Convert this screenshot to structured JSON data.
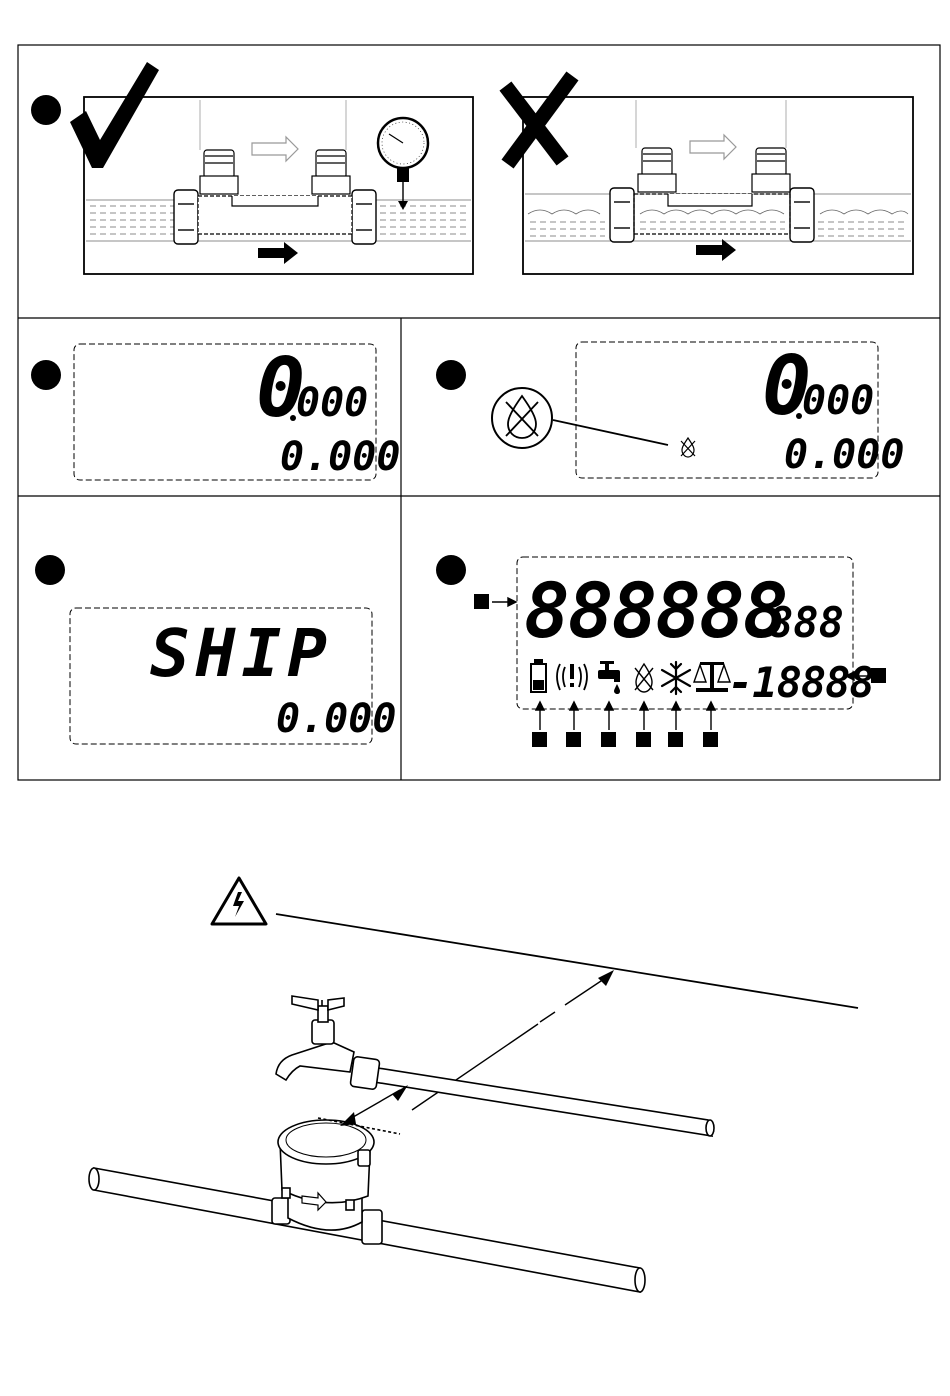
{
  "colors": {
    "ink": "#000000",
    "paper": "#ffffff",
    "water_line": "#555555",
    "arrow_gray": "#9a9a9a"
  },
  "icons": [
    "check-mark-icon",
    "cross-mark-icon",
    "pressure-gauge-icon",
    "no-water-drop-icon",
    "battery-icon",
    "alarm-icon",
    "tap-flow-icon",
    "snowflake-icon",
    "scale-icon",
    "high-voltage-warning-icon"
  ],
  "panel3": {
    "big_digit": "0",
    "small_reading": "000",
    "total_reading": "0.000"
  },
  "panel4": {
    "big_digit": "0",
    "small_reading": "000",
    "total_reading": "0.000"
  },
  "panel5": {
    "status_word": "SHIP",
    "total_reading": "0.000"
  },
  "panel6": {
    "main_digits": "888888",
    "main_fraction": "888",
    "secondary_reading": "-18888"
  }
}
